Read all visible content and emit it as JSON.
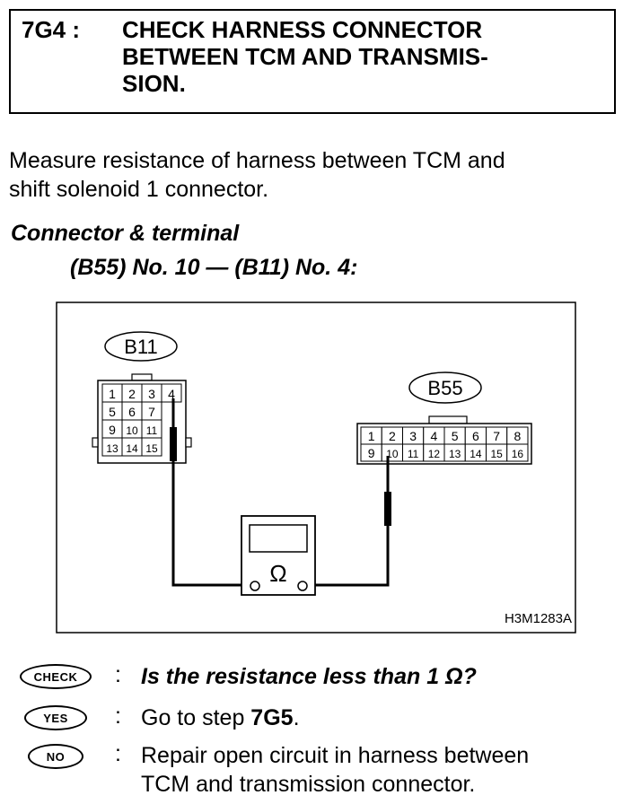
{
  "header": {
    "step_id": "7G4 :",
    "title_lines": [
      "CHECK HARNESS CONNECTOR",
      "BETWEEN TCM AND TRANSMIS-",
      "SION."
    ]
  },
  "instruction": {
    "lines": [
      "Measure resistance of harness between TCM and",
      "shift solenoid 1 connector."
    ]
  },
  "connector": {
    "heading": "Connector & terminal",
    "spec": "(B55) No. 10 — (B11) No. 4:"
  },
  "diagram": {
    "b11": {
      "label": "B11",
      "rows": [
        [
          "1",
          "2",
          "3",
          "4"
        ],
        [
          "5",
          "6",
          "7",
          ""
        ],
        [
          "9",
          "10",
          "11",
          ""
        ],
        [
          "13",
          "14",
          "15",
          ""
        ]
      ]
    },
    "b55": {
      "label": "B55",
      "rows": [
        [
          "1",
          "2",
          "3",
          "4",
          "5",
          "6",
          "7",
          "8"
        ],
        [
          "9",
          "10",
          "11",
          "12",
          "13",
          "14",
          "15",
          "16"
        ]
      ]
    },
    "meter_symbol": "Ω",
    "figure_code": "H3M1283A"
  },
  "answers": {
    "check": {
      "badge": "CHECK",
      "colon": ":",
      "text": "Is the resistance less than 1 Ω?"
    },
    "yes": {
      "badge": "YES",
      "colon": ":",
      "prefix": "Go to step ",
      "step": "7G5",
      "suffix": "."
    },
    "no": {
      "badge": "NO",
      "colon": ":",
      "lines": [
        "Repair open circuit in harness between",
        "TCM and transmission connector."
      ]
    }
  }
}
